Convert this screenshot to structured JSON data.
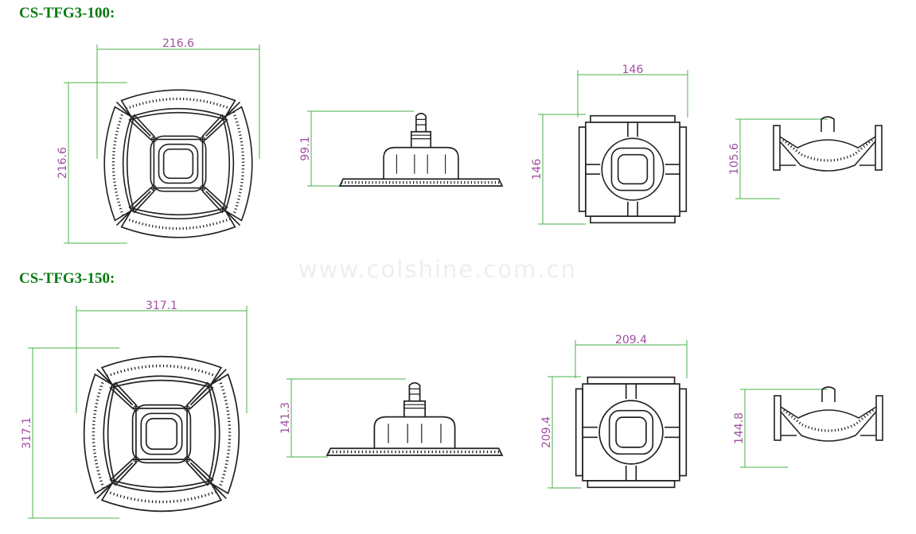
{
  "models": [
    {
      "title": "CS-TFG3-100:",
      "dimensions": [
        "216.6",
        "216.6",
        "99.1",
        "146",
        "146",
        "105.6"
      ]
    },
    {
      "title": "CS-TFG3-150:",
      "dimensions": [
        "317.1",
        "317.1",
        "141.3",
        "209.4",
        "209.4",
        "144.8"
      ]
    }
  ],
  "watermark": "www.colshine.com.cn",
  "colors": {
    "title": "#0a7a12",
    "dimension_text": "#a24fa2",
    "dimension_line": "#49b049",
    "drawing": "#222222"
  }
}
